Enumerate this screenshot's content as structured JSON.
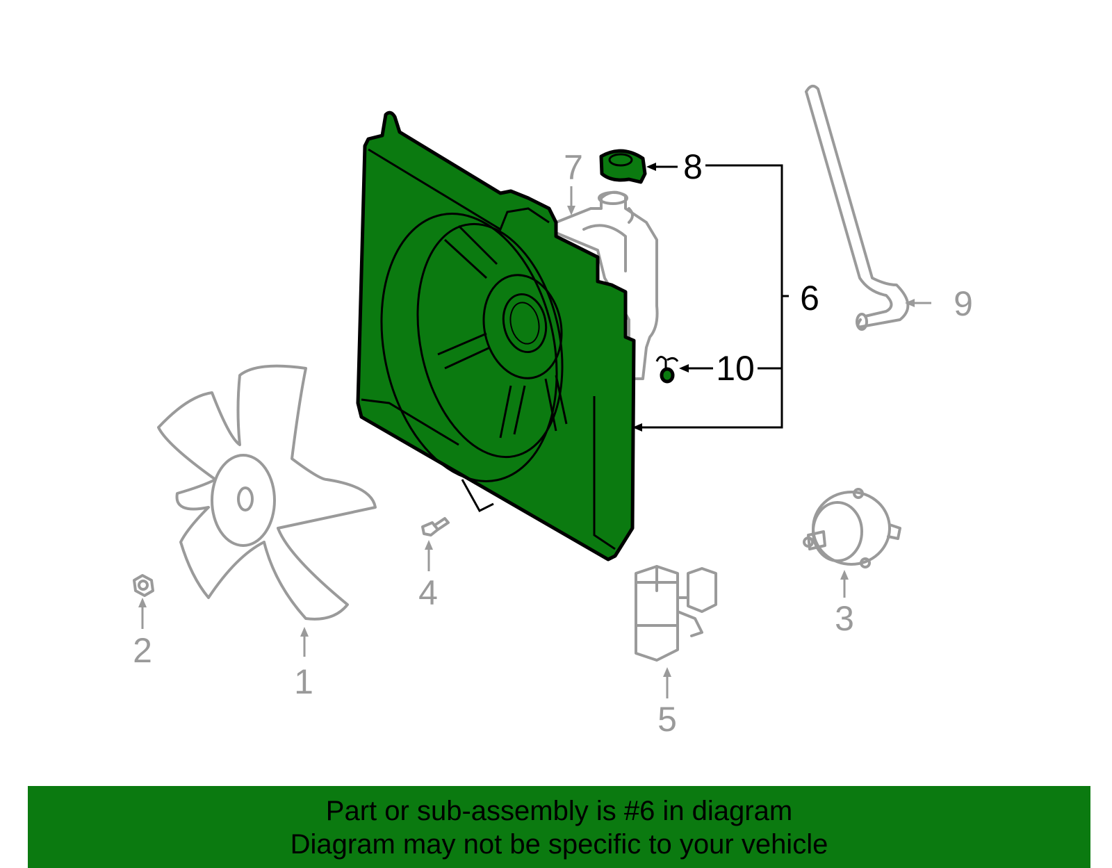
{
  "callouts": {
    "c1": "1",
    "c2": "2",
    "c3": "3",
    "c4": "4",
    "c5": "5",
    "c6": "6",
    "c7": "7",
    "c8": "8",
    "c9": "9",
    "c10": "10"
  },
  "highlighted_part": "6",
  "colors": {
    "highlight": "#0b7a10",
    "inactive_part": "#9a9a9a",
    "active_leader": "#000000",
    "banner": "#0b7a10"
  },
  "footer": {
    "line1": "Part or sub-assembly is #6 in diagram",
    "line2": "Diagram may not be specific to your vehicle"
  }
}
